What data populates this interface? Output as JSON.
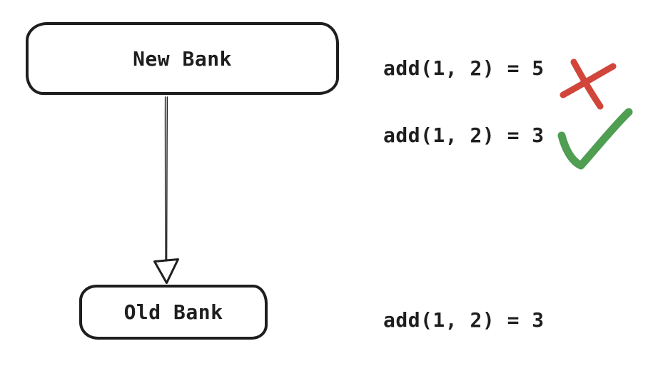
{
  "canvas": {
    "background": "#ffffff"
  },
  "colors": {
    "ink": "#1e1e1e",
    "cross_red": "#d1453a",
    "check_green": "#4f9e51",
    "node_fill": "#ffffff"
  },
  "diagram": {
    "nodes": [
      {
        "id": "new-bank",
        "label": "New Bank"
      },
      {
        "id": "old-bank",
        "label": "Old Bank"
      }
    ],
    "edge": {
      "from": "new-bank",
      "to": "old-bank",
      "direction": "down",
      "arrowhead": "open-triangle"
    }
  },
  "annotations": [
    {
      "id": "new-bank-wrong-result",
      "text": "add(1, 2) = 5",
      "mark": "cross",
      "mark_meaning": "incorrect"
    },
    {
      "id": "new-bank-right-result",
      "text": "add(1, 2) = 3",
      "mark": "check",
      "mark_meaning": "correct"
    },
    {
      "id": "old-bank-result",
      "text": "add(1, 2) = 3",
      "mark": "none",
      "mark_meaning": "reference"
    }
  ]
}
